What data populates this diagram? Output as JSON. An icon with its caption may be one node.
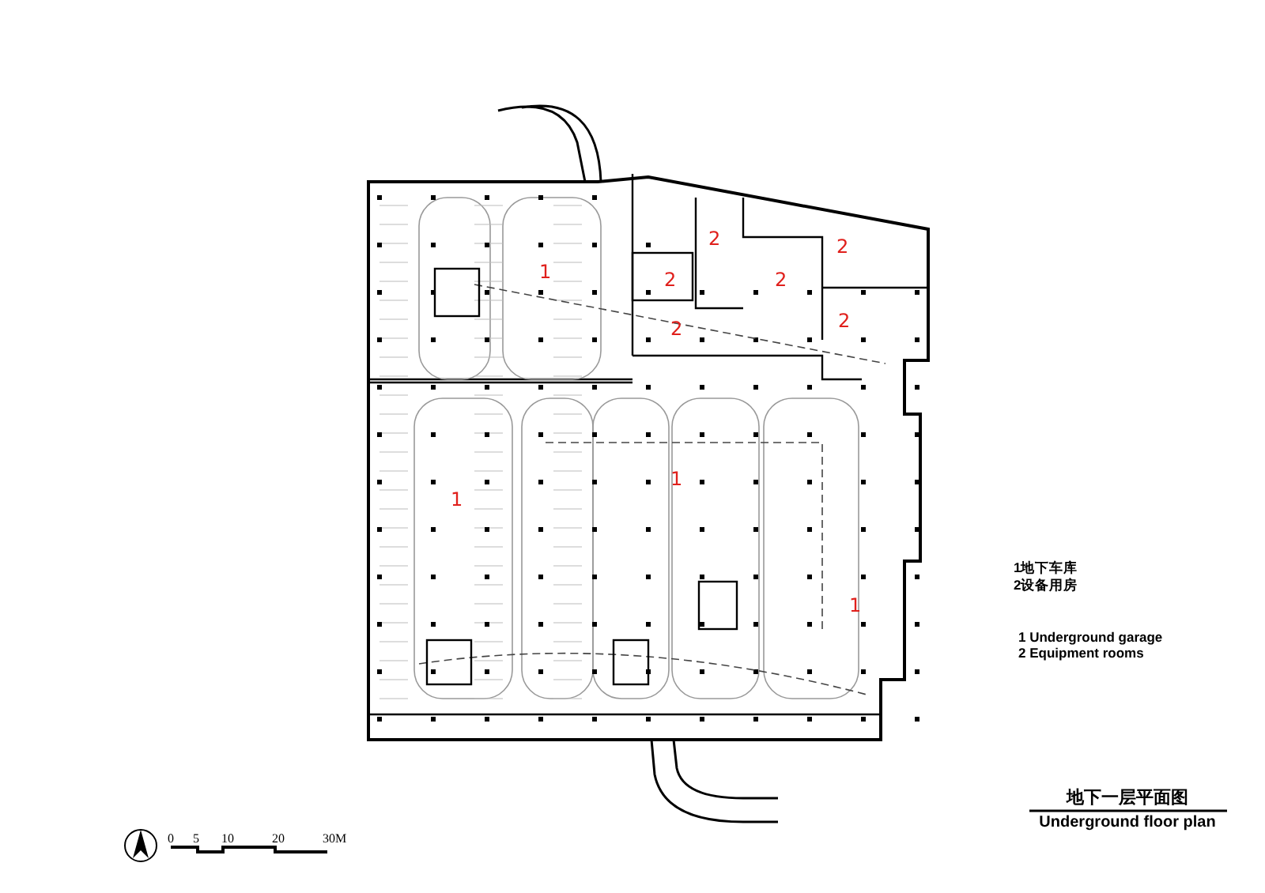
{
  "diagram": {
    "title": "地下一层平面图",
    "caption": "Underground floor plan",
    "labels": [
      "2",
      "2",
      "1",
      "2",
      "2",
      "2",
      "2",
      "1",
      "1",
      "1",
      "1地下车库",
      "2设备用房",
      "1 Underground garage",
      "2 Equipment rooms",
      "0",
      "5",
      "10",
      "20",
      "30M"
    ]
  }
}
